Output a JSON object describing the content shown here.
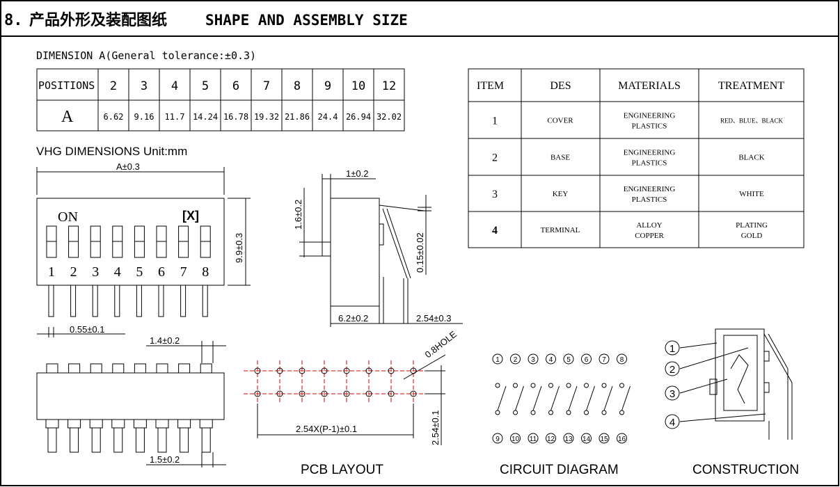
{
  "header": {
    "number": "8.",
    "title_cn": "产品外形及装配图纸",
    "title_en": "SHAPE AND ASSEMBLY SIZE"
  },
  "dimension_table": {
    "caption": "DIMENSION A(General tolerance:±0.3)",
    "row_header_positions": "POSITIONS",
    "row_header_a": "A",
    "positions": [
      "2",
      "3",
      "4",
      "5",
      "6",
      "7",
      "8",
      "9",
      "10",
      "12"
    ],
    "values": [
      "6.62",
      "9.16",
      "11.7",
      "14.24",
      "16.78",
      "19.32",
      "21.86",
      "24.4",
      "26.94",
      "32.02"
    ]
  },
  "vhg_caption": "VHG DIMENSIONS Unit:mm",
  "materials_table": {
    "headers": [
      "ITEM",
      "DES",
      "MATERIALS",
      "TREATMENT"
    ],
    "rows": [
      {
        "item": "1",
        "des": "COVER",
        "mat1": "ENGINEERING",
        "mat2": "PLASTICS",
        "treat1": "RED、BLUE、BLACK",
        "treat2": ""
      },
      {
        "item": "2",
        "des": "BASE",
        "mat1": "ENGINEERING",
        "mat2": "PLASTICS",
        "treat1": "BLACK",
        "treat2": ""
      },
      {
        "item": "3",
        "des": "KEY",
        "mat1": "ENGINEERING",
        "mat2": "PLASTICS",
        "treat1": "WHITE",
        "treat2": ""
      },
      {
        "item": "4",
        "des": "TERMINAL",
        "mat1": "ALLOY",
        "mat2": "COPPER",
        "treat1": "PLATING",
        "treat2": "GOLD"
      }
    ]
  },
  "front_view": {
    "dim_a": "A±0.3",
    "dim_h": "9.9±0.3",
    "on_label": "ON",
    "pin_width": "0.55±0.1",
    "switch_numbers": [
      "1",
      "2",
      "3",
      "4",
      "5",
      "6",
      "7",
      "8"
    ]
  },
  "side_view": {
    "dim_top": "1±0.2",
    "dim_key": "1.6±0.2",
    "dim_pin": "0.15±0.02",
    "dim_depth": "6.2±0.2",
    "dim_pitch": "2.54±0.3"
  },
  "bottom_view": {
    "dim_top": "1.4±0.2",
    "dim_bottom": "1.5±0.2"
  },
  "pcb_layout": {
    "hole": "0.8HOLE",
    "dim_x": "2.54X(P-1)±0.1",
    "dim_y": "2.54±0.1",
    "label": "PCB LAYOUT"
  },
  "circuit": {
    "label": "CIRCUIT DIAGRAM",
    "top": [
      "1",
      "2",
      "3",
      "4",
      "5",
      "6",
      "7",
      "8"
    ],
    "bottom": [
      "9",
      "10",
      "11",
      "12",
      "13",
      "14",
      "15",
      "16"
    ]
  },
  "construction": {
    "label": "CONSTRUCTION",
    "callouts": [
      "1",
      "2",
      "3",
      "4"
    ]
  },
  "colors": {
    "pcb_crosshair": "#dd0000"
  }
}
